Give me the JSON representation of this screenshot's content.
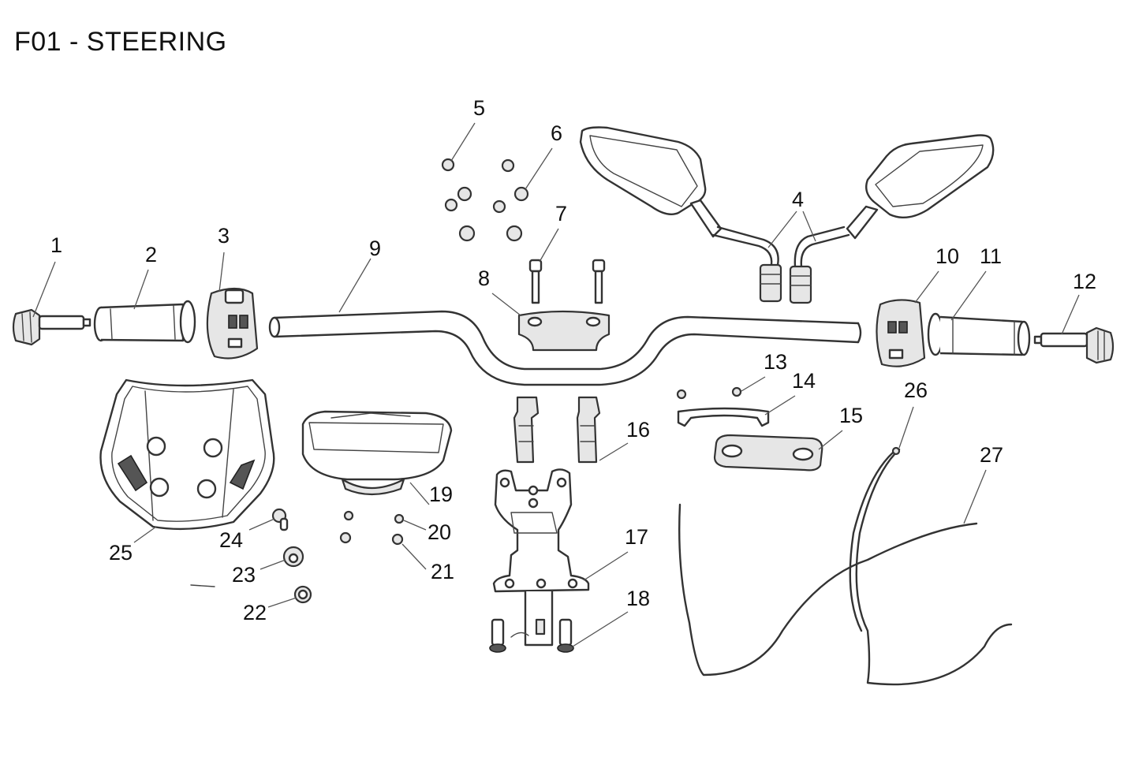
{
  "title": "F01 - STEERING",
  "callouts": [
    {
      "id": 1,
      "label": "1"
    },
    {
      "id": 2,
      "label": "2"
    },
    {
      "id": 3,
      "label": "3"
    },
    {
      "id": 4,
      "label": "4"
    },
    {
      "id": 5,
      "label": "5"
    },
    {
      "id": 6,
      "label": "6"
    },
    {
      "id": 7,
      "label": "7"
    },
    {
      "id": 8,
      "label": "8"
    },
    {
      "id": 9,
      "label": "9"
    },
    {
      "id": 10,
      "label": "10"
    },
    {
      "id": 11,
      "label": "11"
    },
    {
      "id": 12,
      "label": "12"
    },
    {
      "id": 13,
      "label": "13"
    },
    {
      "id": 14,
      "label": "14"
    },
    {
      "id": 15,
      "label": "15"
    },
    {
      "id": 16,
      "label": "16"
    },
    {
      "id": 17,
      "label": "17"
    },
    {
      "id": 18,
      "label": "18"
    },
    {
      "id": 19,
      "label": "19"
    },
    {
      "id": 20,
      "label": "20"
    },
    {
      "id": 21,
      "label": "21"
    },
    {
      "id": 22,
      "label": "22"
    },
    {
      "id": 23,
      "label": "23"
    },
    {
      "id": 24,
      "label": "24"
    },
    {
      "id": 25,
      "label": "25"
    },
    {
      "id": 26,
      "label": "26"
    },
    {
      "id": 27,
      "label": "27"
    }
  ]
}
